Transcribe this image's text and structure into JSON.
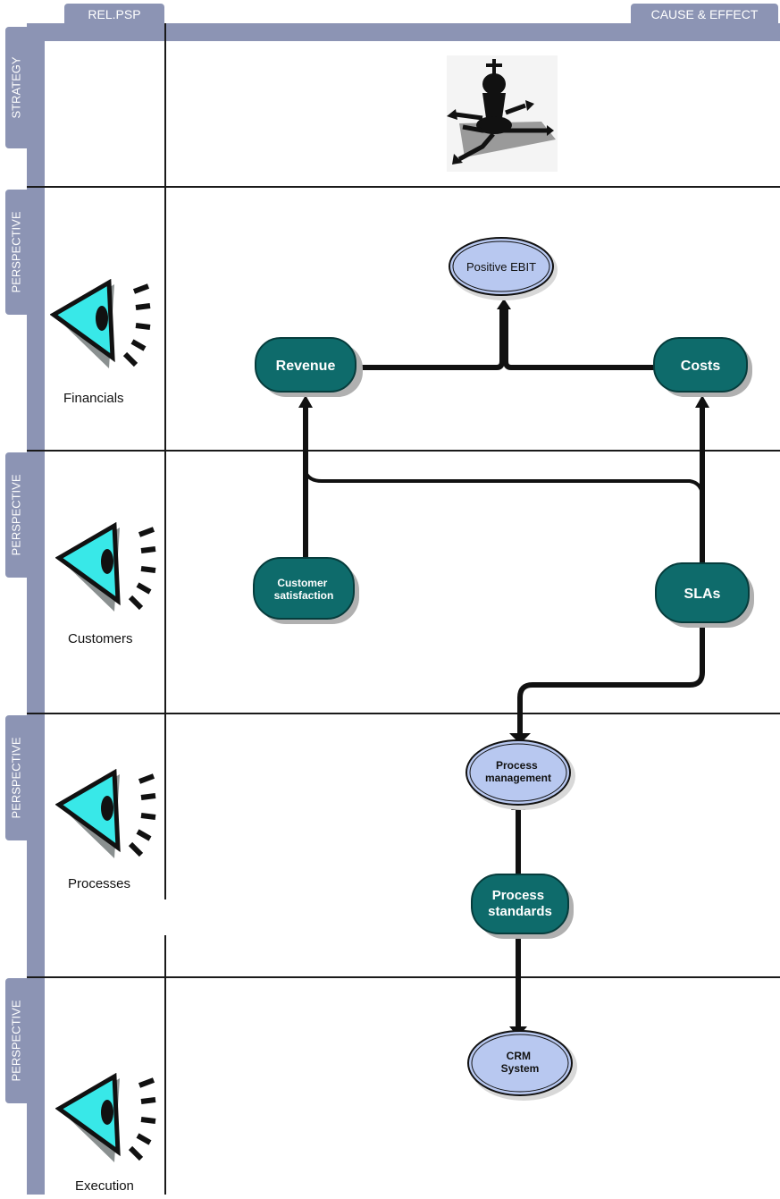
{
  "header": {
    "left_tab": "REL.PSP",
    "right_tab": "CAUSE & EFFECT"
  },
  "rows": [
    {
      "side_label": "STRATEGY",
      "label": ""
    },
    {
      "side_label": "PERSPECTIVE",
      "label": "Financials"
    },
    {
      "side_label": "PERSPECTIVE",
      "label": "Customers"
    },
    {
      "side_label": "PERSPECTIVE",
      "label": "Processes"
    },
    {
      "side_label": "PERSPECTIVE",
      "label": "Execution"
    }
  ],
  "nodes": {
    "positive_ebit": "Positive EBIT",
    "revenue": "Revenue",
    "costs": "Costs",
    "customer_satisfaction": [
      "Customer",
      "satisfaction"
    ],
    "slas": "SLAs",
    "process_management": [
      "Process",
      "management"
    ],
    "process_standards": [
      "Process",
      "standards"
    ],
    "crm_system": [
      "CRM",
      "System"
    ]
  },
  "colors": {
    "frame": "#8c94b4",
    "teal_node": "#0e6b6b",
    "light_node": "#b8c8f0",
    "eye_cyan": "#38e8e8"
  },
  "icons": {
    "strategy": "chess-king-icon",
    "perspective": "eye-icon"
  }
}
